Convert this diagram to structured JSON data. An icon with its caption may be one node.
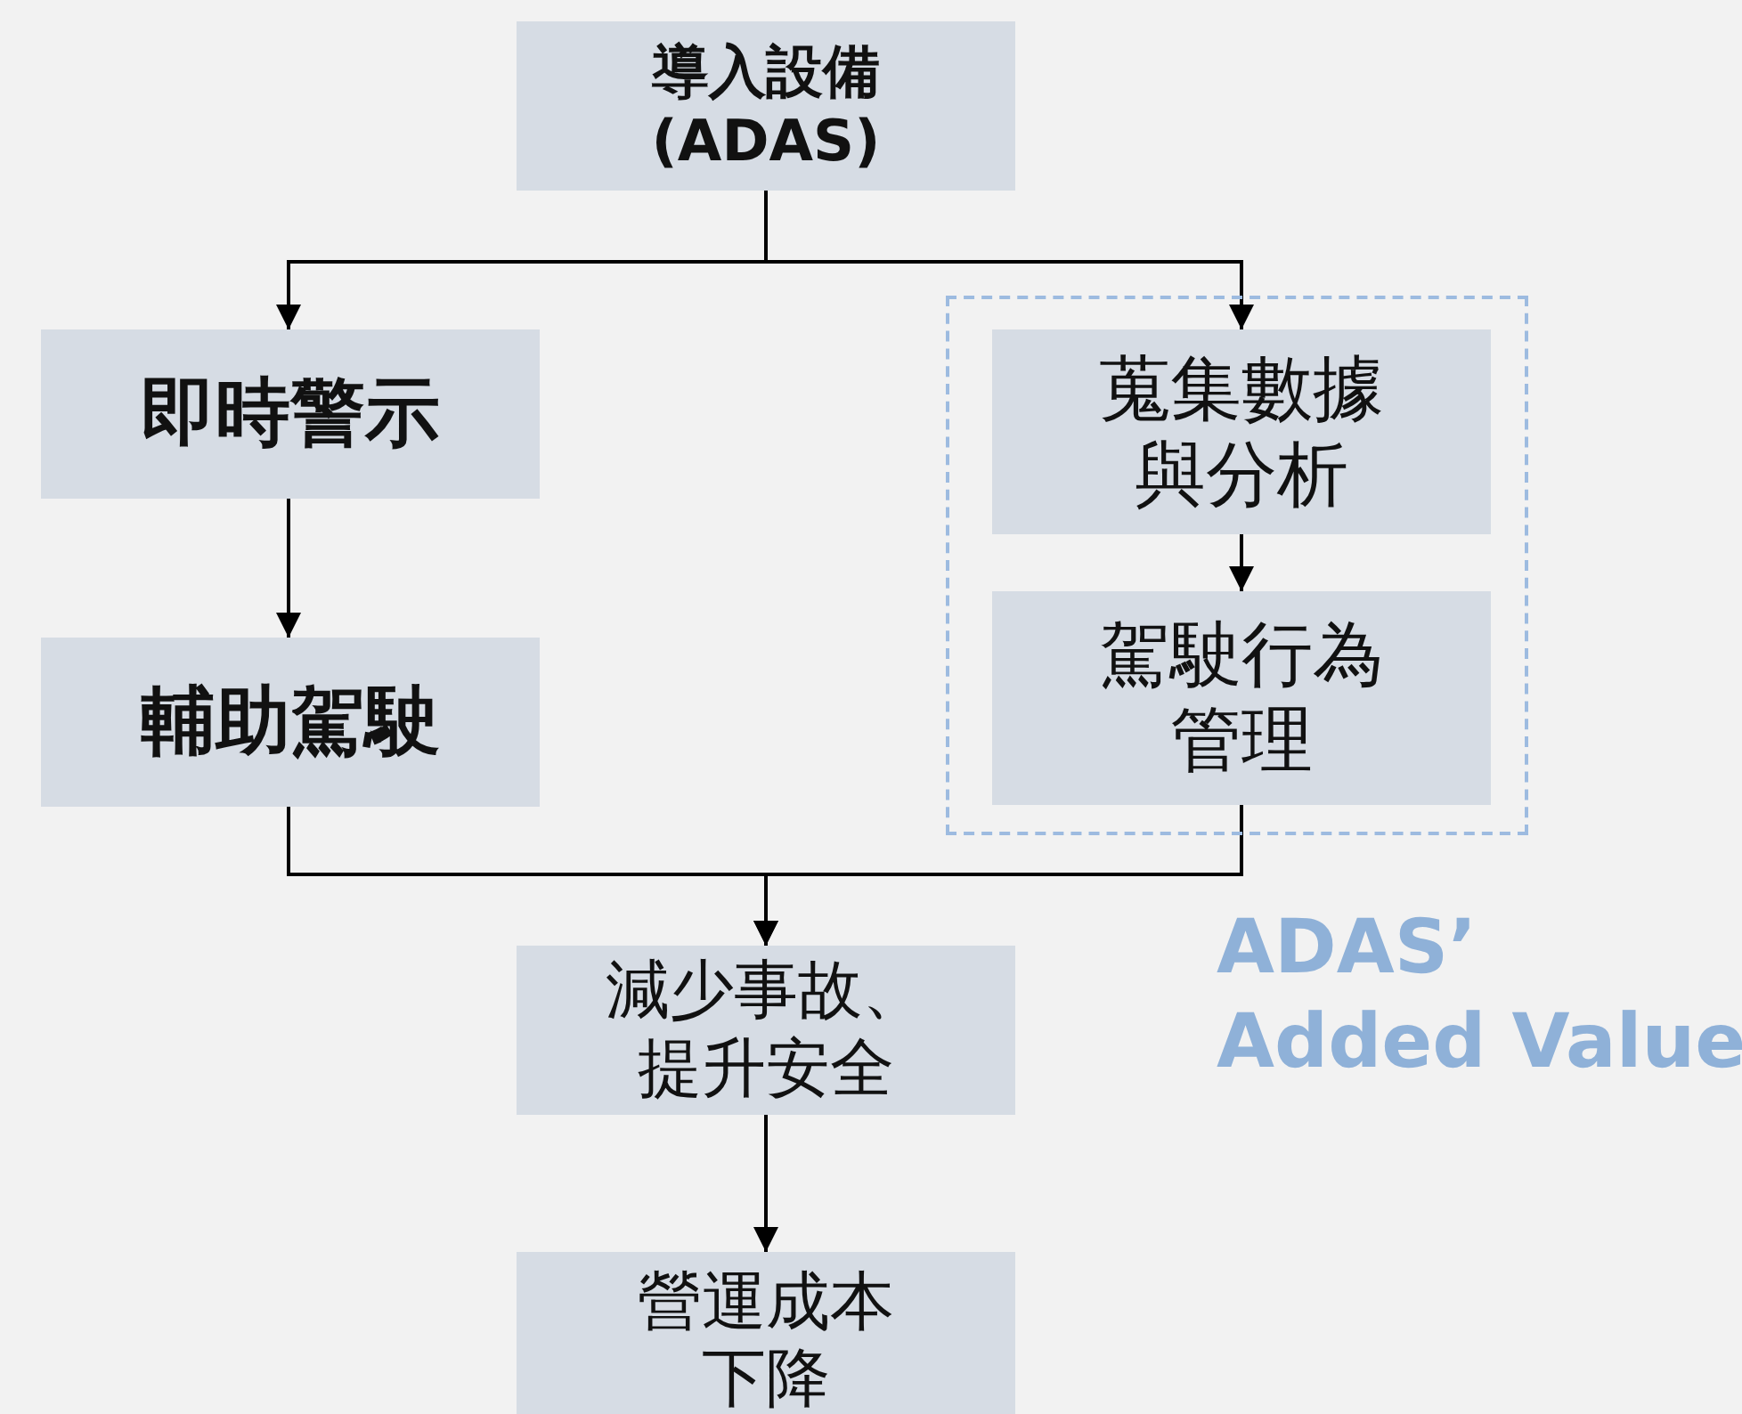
{
  "diagram": {
    "nodes": [
      {
        "text": [
          "導入設備(ADAS)"
        ]
      },
      {
        "text": [
          "即時警示"
        ]
      },
      {
        "text": [
          "輔助駕駛"
        ]
      },
      {
        "text": [],
        "shape": "box",
        "beside": [
          "ADAS’ Added Value"
        ]
      },
      {
        "text": [
          "蒐集數據與分析"
        ],
        "in": 3
      },
      {
        "text": [
          "駕駛行為管理"
        ],
        "in": 3
      },
      {
        "text": [
          "減少事故、提升安全"
        ]
      },
      {
        "text": [
          "營運成本下降"
        ]
      }
    ],
    "edges": [
      {
        "from": 0,
        "to": 1,
        "arrow": "to"
      },
      {
        "from": 0,
        "to": 4,
        "arrow": "to"
      },
      {
        "from": 1,
        "to": 2,
        "arrow": "to"
      },
      {
        "from": 4,
        "to": 5,
        "arrow": "to"
      },
      {
        "from": 2,
        "to": 6,
        "arrow": "to"
      },
      {
        "from": 5,
        "to": 6,
        "arrow": "to"
      },
      {
        "from": 6,
        "to": 7,
        "arrow": "to"
      }
    ]
  }
}
